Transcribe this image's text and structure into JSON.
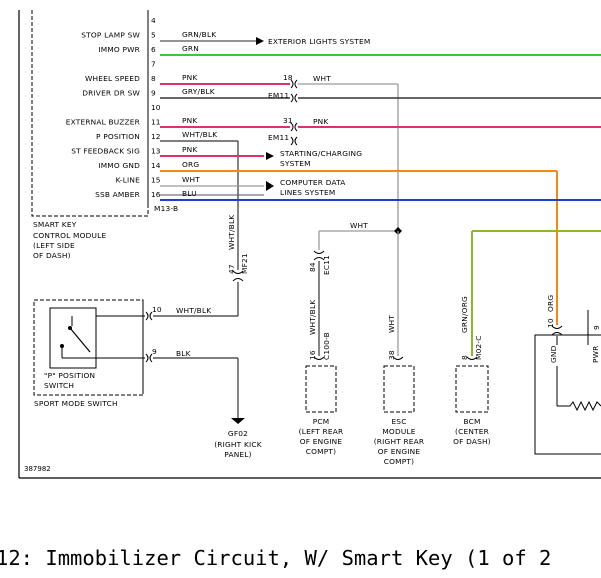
{
  "module": {
    "pins": [
      {
        "n": "4",
        "label": ""
      },
      {
        "n": "5",
        "label": "STOP LAMP SW"
      },
      {
        "n": "6",
        "label": "IMMO PWR"
      },
      {
        "n": "7",
        "label": ""
      },
      {
        "n": "8",
        "label": "WHEEL SPEED"
      },
      {
        "n": "9",
        "label": "DRIVER DR SW"
      },
      {
        "n": "10",
        "label": ""
      },
      {
        "n": "11",
        "label": "EXTERNAL BUZZER"
      },
      {
        "n": "12",
        "label": "P POSITION"
      },
      {
        "n": "13",
        "label": "ST FEEDBACK SIG"
      },
      {
        "n": "14",
        "label": "IMMO GND"
      },
      {
        "n": "15",
        "label": "K-LINE"
      },
      {
        "n": "16",
        "label": "SSB AMBER"
      }
    ],
    "connector": "M13-B",
    "name_lines": [
      "SMART KEY",
      "CONTROL MODULE",
      "(LEFT SIDE",
      "OF DASH)"
    ]
  },
  "wires": {
    "w5": "GRN/BLK",
    "w6": "GRN",
    "w8": "PNK",
    "w9": "GRY/BLK",
    "w11": "PNK",
    "w12": "WHT/BLK",
    "w13": "PNK",
    "w14": "ORG",
    "w15": "WHT",
    "w16": "BLU",
    "wht_a": "WHT",
    "pnk_b": "PNK",
    "wht_top": "WHT"
  },
  "dest": {
    "ext_lights": "EXTERIOR LIGHTS SYSTEM",
    "starting": [
      "STARTING/CHARGING",
      "SYSTEM"
    ],
    "computer": [
      "COMPUTER DATA",
      "LINES SYSTEM"
    ]
  },
  "em11": {
    "pin_a": "18",
    "pin_b": "31",
    "name": "EM11"
  },
  "mf21": {
    "pin": "47",
    "wire": "WHT/BLK",
    "name": "MF21"
  },
  "sport": {
    "pin10": "10",
    "w10": "WHT/BLK",
    "pin9": "9",
    "w9": "BLK",
    "switch_lines": [
      "\"P\" POSITION",
      "SWITCH"
    ],
    "name": "SPORT MODE SWITCH"
  },
  "ground": {
    "name": "GF02",
    "lines": [
      "(RIGHT KICK",
      "PANEL)"
    ]
  },
  "pcm": {
    "wire": "WHT/BLK",
    "ec11_pin": "84",
    "ec11": "EC11",
    "pin": "16",
    "conn": "C100-B",
    "lines": [
      "PCM",
      "(LEFT REAR",
      "OF ENGINE",
      "COMPT)"
    ]
  },
  "esc": {
    "wire": "WHT",
    "pin": "38",
    "lines": [
      "ESC",
      "MODULE",
      "(RIGHT REAR",
      "OF ENGINE",
      "COMPT)"
    ]
  },
  "bcm": {
    "wire": "GRN/ORG",
    "pin": "8",
    "conn": "M02-C",
    "lines": [
      "BCM",
      "(CENTER",
      "OF DASH)"
    ]
  },
  "right": {
    "pin10": "10",
    "wire": "ORG",
    "gnd": "GND",
    "pwr": "PWR",
    "pin9": "9"
  },
  "figure_id": "387982",
  "caption": "12: Immobilizer Circuit, W/ Smart Key (1 of 2",
  "colors": {
    "green": "#45c23a",
    "pink": "#e0306a",
    "orange": "#f08a16",
    "blue": "#1c3fd0",
    "gray": "#9a9a9a",
    "dark": "#555555",
    "olive": "#8fb52a"
  }
}
